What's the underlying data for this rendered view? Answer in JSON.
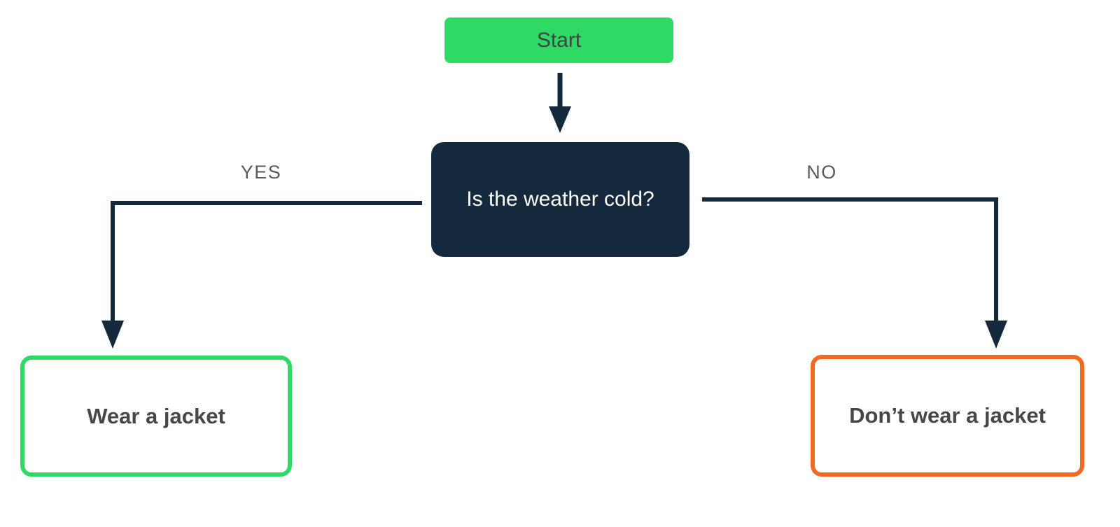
{
  "diagram": {
    "type": "flowchart",
    "nodes": {
      "start": {
        "label": "Start",
        "shape": "rounded-rect",
        "fill": "#2ED964"
      },
      "decision": {
        "label": "Is the weather cold?",
        "shape": "rounded-rect",
        "fill": "#15293D"
      },
      "outcome_yes": {
        "label": "Wear a jacket",
        "shape": "rounded-rect-outline",
        "border": "#2ED964"
      },
      "outcome_no": {
        "label": "Don’t wear a jacket",
        "shape": "rounded-rect-outline",
        "border": "#F26A22"
      }
    },
    "edges": {
      "start_to_decision": {
        "from": "start",
        "to": "decision",
        "label": ""
      },
      "decision_to_outcome_yes": {
        "from": "decision",
        "to": "outcome_yes",
        "label": "YES"
      },
      "decision_to_outcome_no": {
        "from": "decision",
        "to": "outcome_no",
        "label": "NO"
      }
    },
    "colors": {
      "green": "#2ED964",
      "navy": "#15293D",
      "orange": "#F26A22",
      "edge_label_gray": "#595B5E",
      "outcome_text": "#474747",
      "start_text": "#3F4347",
      "decision_text": "#FFFFFF",
      "background": "#FFFFFF"
    }
  }
}
